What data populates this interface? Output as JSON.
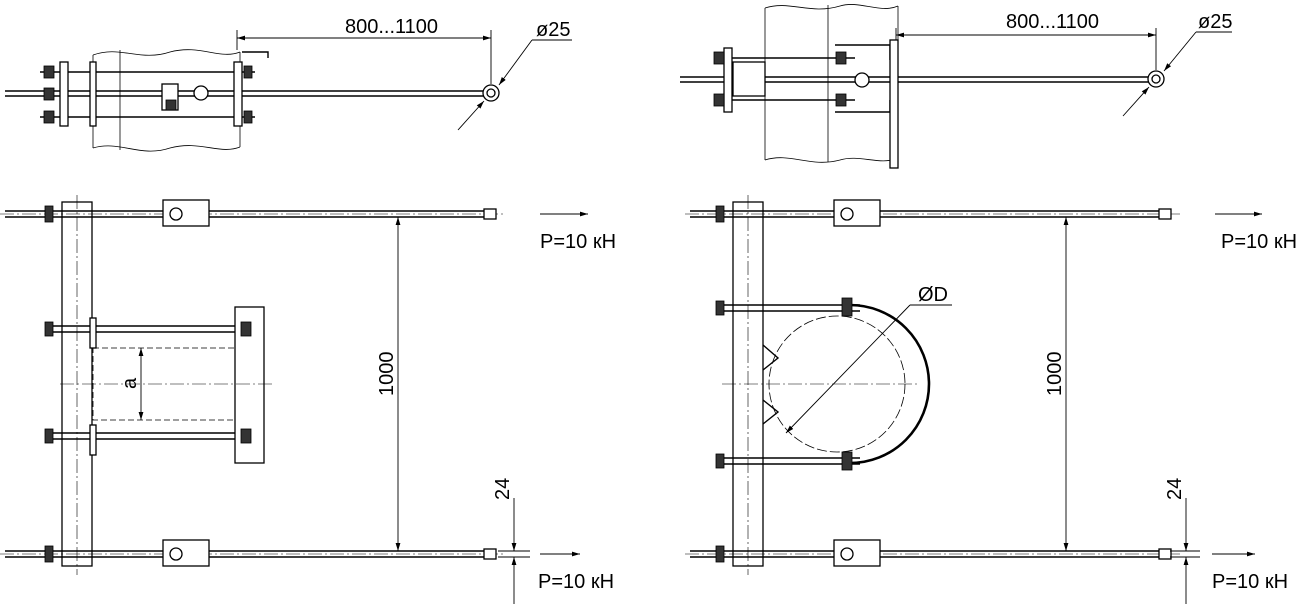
{
  "drawing": {
    "length_range": "800...1100",
    "rod_diameter": "ø25",
    "span": "1000",
    "offset": "24",
    "load_label": "P=10 кН",
    "width_label": "a",
    "pipe_diameter": "ØD"
  }
}
